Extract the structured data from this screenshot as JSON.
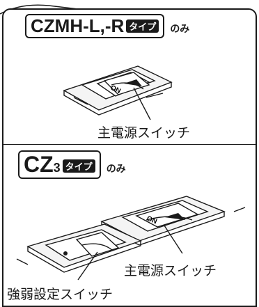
{
  "section1": {
    "model": "CZMH-L,-R",
    "type_label": "タイプ",
    "only_label": "のみ",
    "switch_label": "主電源スイッチ"
  },
  "section2": {
    "model": "CZ",
    "model_sub": "3",
    "type_label": "タイプ",
    "only_label": "のみ",
    "main_switch_label": "主電源スイッチ",
    "strength_switch_label": "強弱設定スイッチ"
  },
  "switch_text": "ON"
}
